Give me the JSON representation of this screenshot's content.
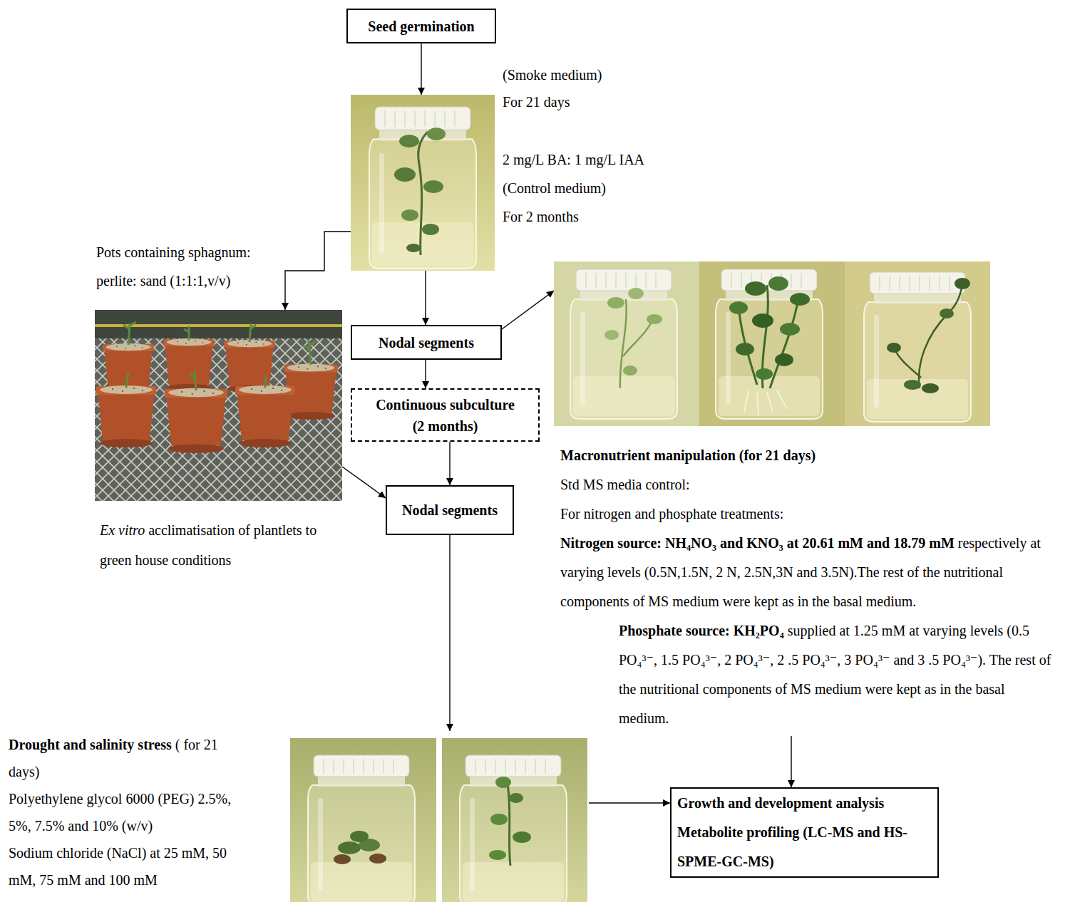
{
  "diagram": {
    "nodes": [
      {
        "text": [
          "Seed germination"
        ]
      },
      {
        "text": [
          "(Smoke medium) For 21 days",
          "2 mg/L BA: 1 mg/L IAA",
          "(Control medium) For 2 months"
        ]
      },
      {
        "text": [
          "Ex vitro",
          "acclimatisation of plantlets to green house conditions"
        ]
      },
      {
        "text": [
          "Nodal segments"
        ]
      },
      {
        "text": [
          "Macronutrient manipulation (for 21 days)",
          "Std MS media control:",
          "For nitrogen and phosphate treatments:",
          "Nitrogen source: NH₄NO₃ and KNO₃ at 20.61 mM and 18.79 mM",
          "respectively at varying levels (0.5N,1.5N, 2 N, 2.5N,3N and 3.5N).The rest of the nutritional components of MS medium were kept as in the basal medium.",
          "Phosphate source: KH₂PO₄",
          "supplied at 1.25 mM at varying levels (0.5 PO₄³⁻, 1.5 PO₄³⁻, 2 PO₄³⁻, 2 .5 PO₄³⁻, 3 PO₄³⁻ and 3 .5 PO₄³⁻). The rest of the nutritional components of MS medium were kept as in the basal medium."
        ]
      },
      {
        "text": [
          "Continuous subculture (2 months)"
        ]
      },
      {
        "text": [
          "Nodal segments"
        ]
      },
      {
        "text": [
          "Drought and salinity stress",
          "( for 21 days)",
          "Polyethylene glycol 6000 (PEG) 2.5%, 5%, 7.5% and 10% (w/v)",
          "Sodium chloride (NaCl) at 25 mM, 50 mM, 75 mM and 100 mM"
        ]
      },
      {
        "text": [
          "Growth and development analysis",
          "Metabolite profiling (LC-MS and HS-SPME-GC-MS)"
        ]
      }
    ],
    "edges": [
      {
        "from": 0,
        "to": 1,
        "arrow": "to"
      },
      {
        "from": 1,
        "to": 2,
        "arrow": "to",
        "label": "Pots containing sphagnum: perlite: sand (1:1:1,v/v)"
      },
      {
        "from": 1,
        "to": 3,
        "arrow": "to"
      },
      {
        "from": 3,
        "to": 4,
        "arrow": "to"
      },
      {
        "from": 3,
        "to": 5,
        "arrow": "to"
      },
      {
        "from": 5,
        "to": 6,
        "arrow": "to"
      },
      {
        "from": 2,
        "to": 6,
        "arrow": "to"
      },
      {
        "from": 6,
        "to": 7,
        "arrow": "to"
      },
      {
        "from": 7,
        "to": 8,
        "arrow": "to"
      },
      {
        "from": 4,
        "to": 8,
        "arrow": "to"
      }
    ]
  }
}
